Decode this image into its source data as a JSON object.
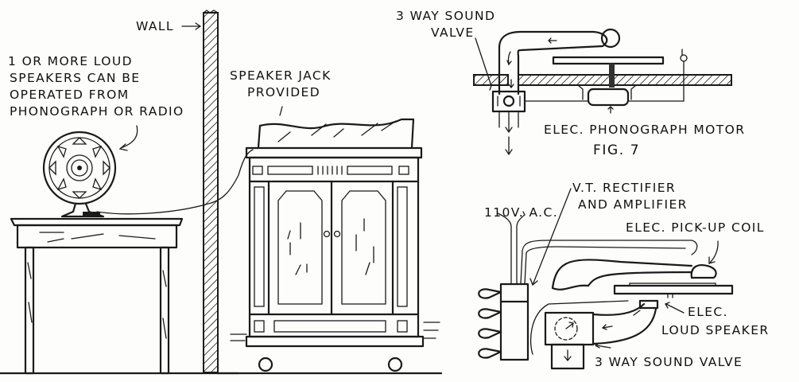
{
  "left_figure": {
    "wall_label": "WALL",
    "speaker_note": [
      "1 OR MORE LOUD",
      "SPEAKERS CAN BE",
      "OPERATED FROM",
      "PHONOGRAPH OR RADIO"
    ],
    "jack_note": [
      "SPEAKER JACK",
      "PROVIDED"
    ]
  },
  "fig7": {
    "valve_label": [
      "3 WAY SOUND",
      "VALVE"
    ],
    "motor_label": "ELEC. PHONOGRAPH MOTOR",
    "caption": "FIG. 7"
  },
  "lower_figure": {
    "power_label": "110V. A.C.",
    "amplifier_label": [
      "V.T. RECTIFIER",
      "AND AMPLIFIER"
    ],
    "pickup_label": "ELEC. PICK-UP COIL",
    "speaker_label": [
      "ELEC.",
      "LOUD SPEAKER"
    ],
    "valve_label": "3 WAY SOUND VALVE"
  },
  "colors": {
    "ink": "#1a1a1a",
    "paper": "#fdfdfc"
  }
}
